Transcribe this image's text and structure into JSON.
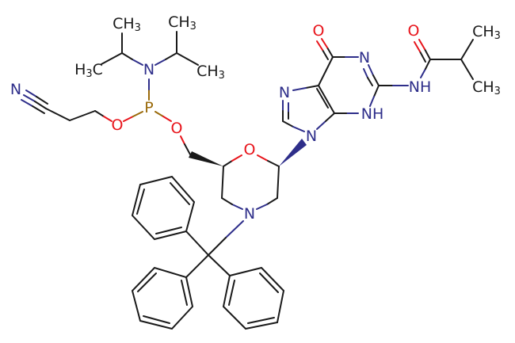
{
  "molecule": {
    "labels": {
      "nitrile_n": "N",
      "amine_n": "N",
      "phosphorus": "P",
      "ester_o1": "O",
      "ester_o2": "O",
      "ring_o": "O",
      "ring_n": "N",
      "ch3_ipr1_top": [
        "CH",
        "3"
      ],
      "h3c_ipr1_left": [
        "H",
        "3",
        "C"
      ],
      "ch3_ipr2_top": [
        "CH",
        "3"
      ],
      "ch3_ipr2_right": [
        "CH",
        "3"
      ],
      "carbonyl_o": "O",
      "purine_n1": "N",
      "purine_n3h": "NH",
      "purine_n7": "N",
      "purine_n9": "N",
      "amide_nh": "NH",
      "amide_o": "O",
      "ch3_ibu_top": [
        "CH",
        "3"
      ],
      "ch3_ibu_bottom": [
        "CH",
        "3"
      ]
    },
    "colors": {
      "nitrogen": "#2e2e8a",
      "oxygen": "#e8141b",
      "phosphorus": "#9a6a0a",
      "carbon": "#1a1a1a"
    }
  }
}
